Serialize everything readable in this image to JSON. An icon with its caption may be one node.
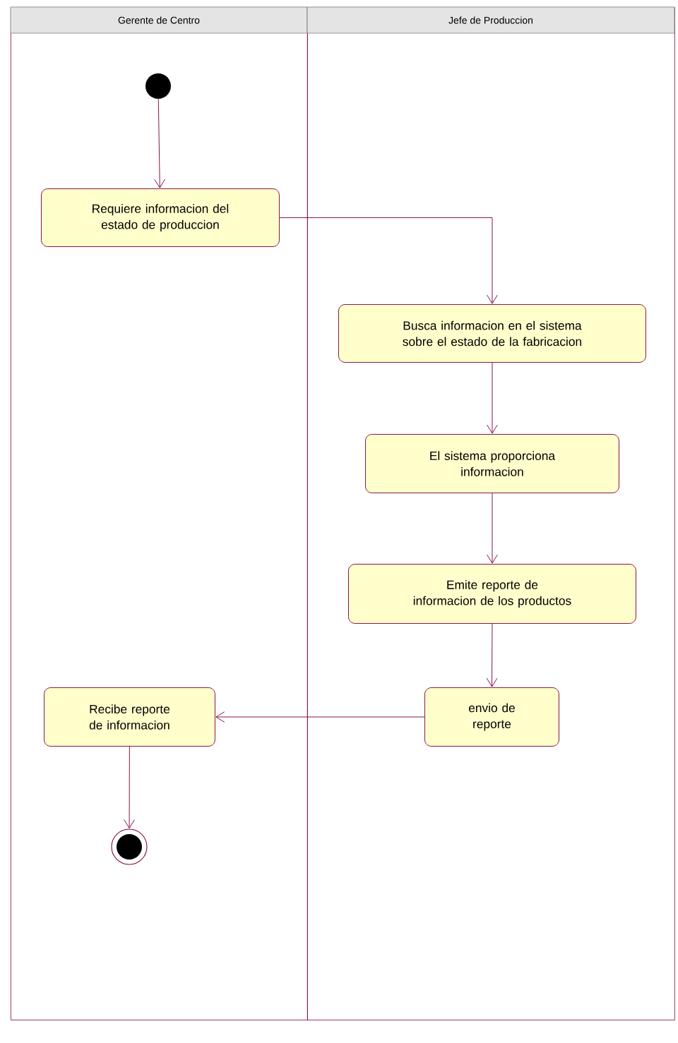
{
  "diagram": {
    "nodes": [
      {
        "text": [
          "Gerente de Centro"
        ]
      },
      {
        "text": [
          "Jefe de Produccion"
        ]
      },
      {
        "text": [],
        "shape": "circle",
        "in": 0
      },
      {
        "text": [
          "Requiere informacion del estado de produccion"
        ],
        "in": 0
      },
      {
        "text": [
          "Busca informacion en el sistema sobre el estado de la fabricacion"
        ],
        "in": 1
      },
      {
        "text": [
          "El sistema proporciona informacion"
        ],
        "in": 1
      },
      {
        "text": [
          "Emite reporte de informacion de los productos"
        ],
        "in": 1
      },
      {
        "text": [
          "envio de reporte"
        ],
        "in": 1
      },
      {
        "text": [
          "Recibe reporte de informacion"
        ],
        "in": 0
      },
      {
        "text": [],
        "shape": "circle",
        "in": 0
      }
    ],
    "edges": [
      {
        "from": 2,
        "to": 3,
        "arrow": "to"
      },
      {
        "from": 3,
        "to": 4,
        "arrow": "to"
      },
      {
        "from": 4,
        "to": 5,
        "arrow": "to"
      },
      {
        "from": 5,
        "to": 6,
        "arrow": "to"
      },
      {
        "from": 6,
        "to": 7,
        "arrow": "to"
      },
      {
        "from": 7,
        "to": 8,
        "arrow": "to"
      },
      {
        "from": 8,
        "to": 9,
        "arrow": "to"
      }
    ]
  }
}
